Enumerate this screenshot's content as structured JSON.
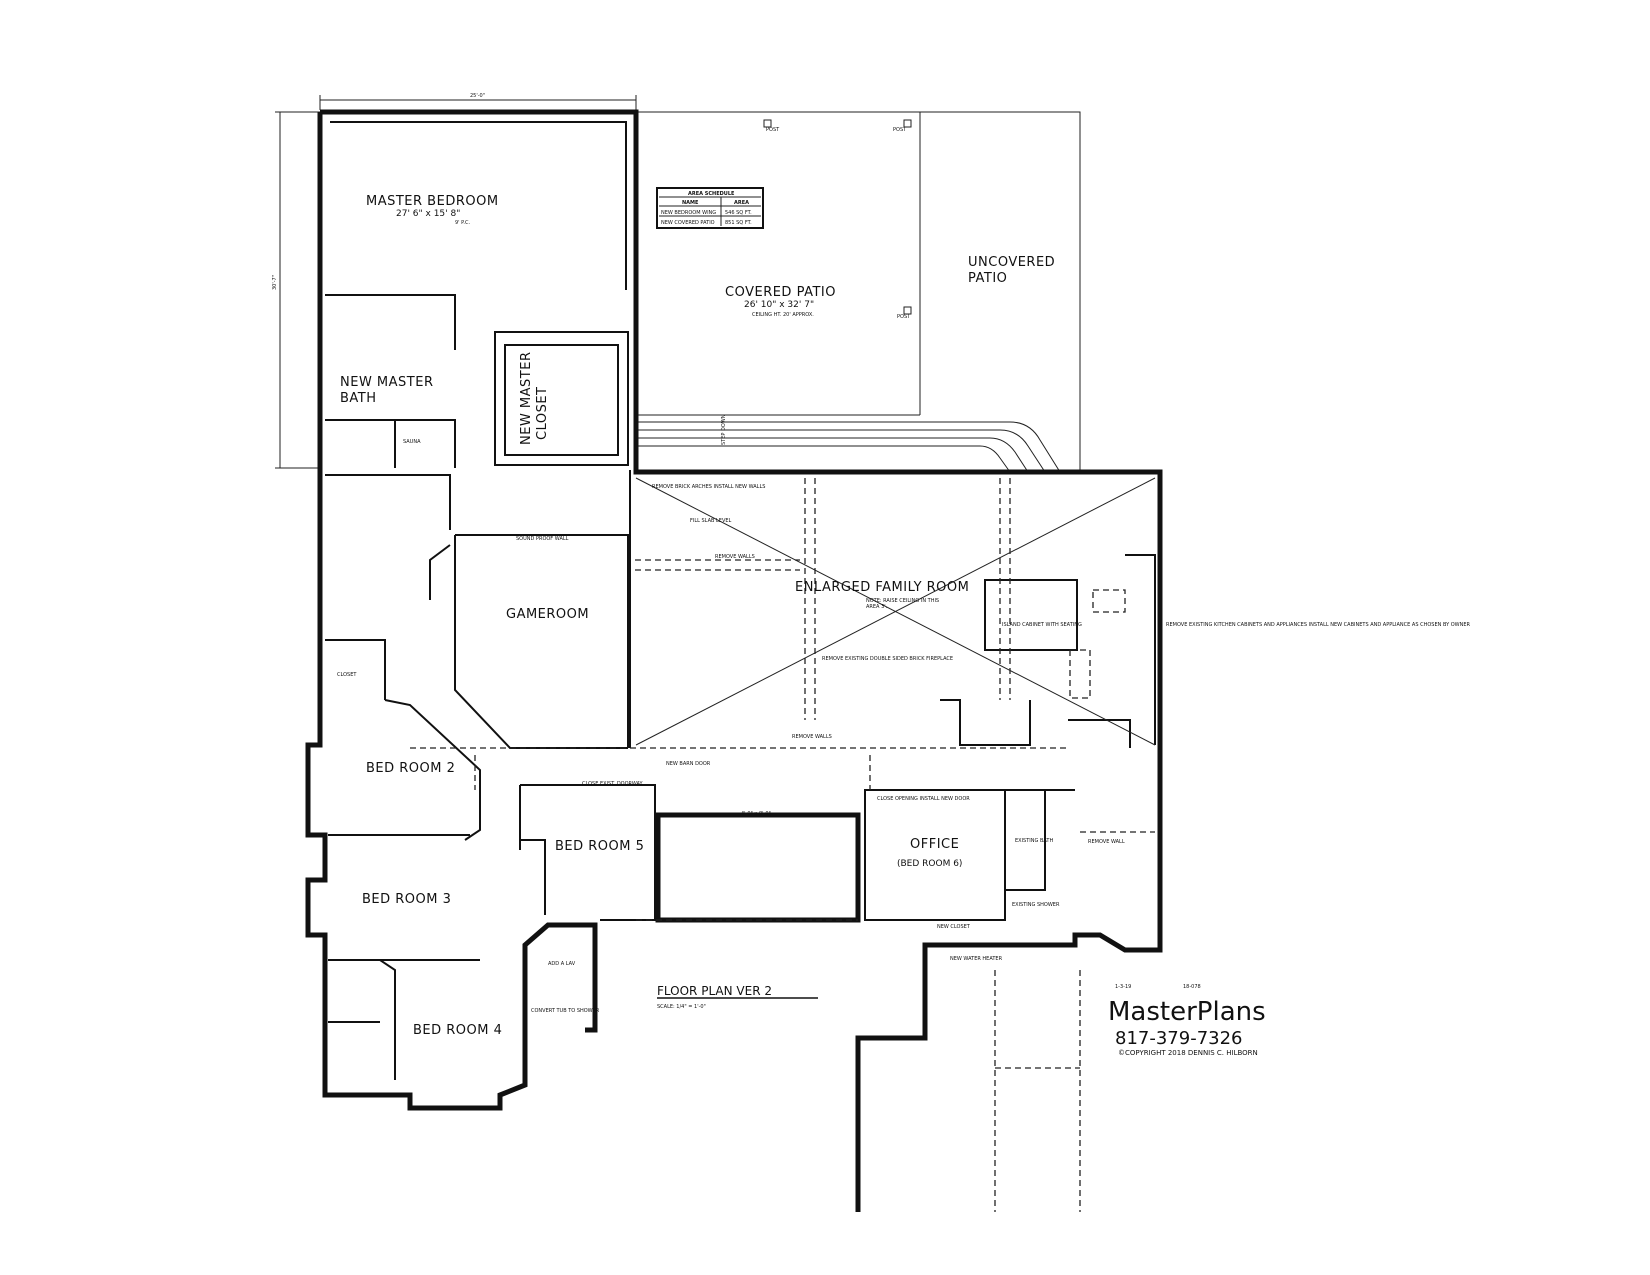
{
  "rooms": {
    "master_bedroom": "MASTER BEDROOM",
    "master_bedroom_size": "27' 6\" x 15' 8\"",
    "master_bedroom_ceiling": "9' P.C.",
    "covered_patio": "COVERED PATIO",
    "covered_patio_size": "26' 10\" x 32' 7\"",
    "covered_patio_note": "CEILING HT. 20' APPROX.",
    "uncovered_patio_1": "UNCOVERED",
    "uncovered_patio_2": "PATIO",
    "master_bath_1": "NEW MASTER",
    "master_bath_2": "BATH",
    "master_closet_1": "NEW MASTER",
    "master_closet_2": "CLOSET",
    "sauna": "SAUNA",
    "gameroom": "GAMEROOM",
    "family_room": "ENLARGED FAMILY ROOM",
    "family_room_note_1": "NOTE: RAISE CEILING IN THIS",
    "family_room_note_2": "AREA 3'.",
    "bed2": "BED ROOM 2",
    "bed3": "BED ROOM 3",
    "bed4": "BED ROOM 4",
    "bed5": "BED ROOM 5",
    "office": "OFFICE",
    "office_sub": "(BED ROOM 6)",
    "closet": "CLOSET",
    "new_closet": "NEW CLOSET",
    "existing_bath": "EXISTING BATH",
    "existing_shower": "EXISTING SHOWER",
    "new_water_heater": "NEW WATER HEATER",
    "island": "ISLAND CABINET WITH SEATING"
  },
  "notes": {
    "remove_arches": "REMOVE BRICK ARCHES INSTALL NEW WALLS",
    "fill_slab": "FILL SLAB LEVEL",
    "sound_proof": "SOUND PROOF WALL",
    "remove_walls": "REMOVE WALLS",
    "remove_fireplace": "REMOVE EXISTING DOUBLE SIDED BRICK FIREPLACE",
    "kitchen": "REMOVE EXISTING KITCHEN CABINETS AND APPLIANCES INSTALL NEW CABINETS AND APPLIANCE AS CHOSEN BY OWNER",
    "close_doorway": "CLOSE EXIST. DOORWAY",
    "barn_door": "NEW BARN DOOR",
    "close_opening": "CLOSE OPENING INSTALL NEW DOOR",
    "remove_wall": "REMOVE WALL",
    "add_lav": "ADD A LAV",
    "convert_tub": "CONVERT TUB TO SHOWER",
    "step_down": "STEP DOWN",
    "door_4080": "4'-0\" x 8'-0\"",
    "overall_width": "25'-0\"",
    "overall_depth": "30'-7\"",
    "post": "POST"
  },
  "area_schedule": {
    "title": "AREA SCHEDULE",
    "headers": [
      "NAME",
      "AREA"
    ],
    "rows": [
      [
        "NEW BEDROOM WING",
        "546 SQ FT."
      ],
      [
        "NEW COVERED PATIO",
        "851 SQ FT."
      ]
    ]
  },
  "title_block": {
    "title": "FLOOR PLAN VER 2",
    "scale": "SCALE: 1/4\" = 1'-0\"",
    "date": "1-3-19",
    "job": "18-078",
    "brand": "MasterPlans",
    "phone": "817-379-7326",
    "copyright": "©COPYRIGHT 2018 DENNIS C. HILBORN"
  }
}
